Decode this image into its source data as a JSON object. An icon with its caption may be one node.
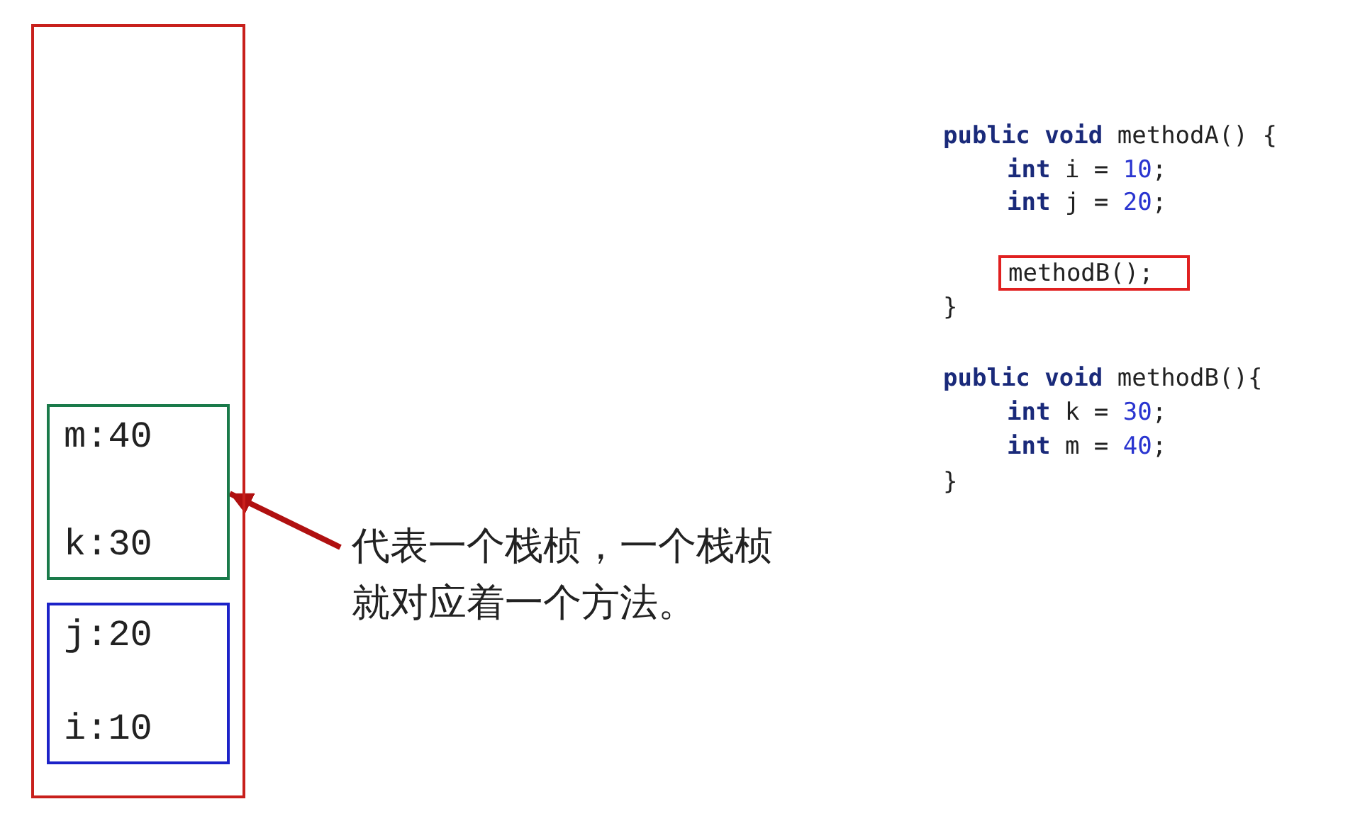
{
  "diagram": {
    "nodes": [
      {
        "text": [],
        "shape": "box"
      },
      {
        "text": [
          "m:40",
          "k:30"
        ],
        "in": 0
      },
      {
        "text": [
          "j:20",
          "i:10"
        ],
        "in": 0
      },
      {
        "text": [
          "代表一个栈桢，一个栈桢就对应着一个方法。"
        ]
      },
      {
        "text": [
          "methodB();"
        ]
      }
    ],
    "edges": [
      {
        "from": 3,
        "to": 1,
        "arrow": "to"
      }
    ],
    "labels": [
      "public void methodA() {",
      "int i = 10;",
      "int j = 20;",
      "}",
      "public void methodB(){",
      "int k = 30;",
      "int m = 40;",
      "}"
    ]
  }
}
